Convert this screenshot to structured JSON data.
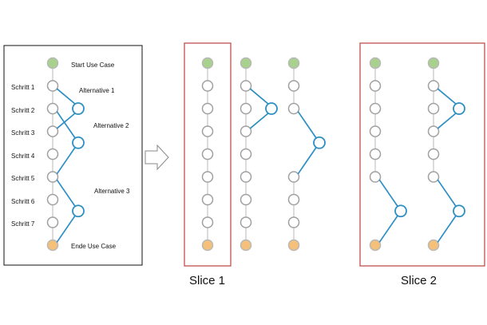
{
  "colors": {
    "start_node": "#a9d18e",
    "end_node": "#f4c07a",
    "step_node_stroke": "#a0a0a0",
    "trunk_line": "#c8c8c8",
    "alternative": "#2e8fc4",
    "slice_frame": "#c0504d",
    "source_frame": "#111111"
  },
  "use_case": {
    "start_label": "Start Use Case",
    "end_label": "Ende Use Case",
    "steps": [
      "Schritt 1",
      "Schritt 2",
      "Schritt 3",
      "Schritt 4",
      "Schritt 5",
      "Schritt 6",
      "Schritt 7"
    ],
    "alternatives": [
      {
        "label": "Alternative 1",
        "from_step": 1,
        "to_step": 3
      },
      {
        "label": "Alternative 2",
        "from_step": 2,
        "to_step": 5
      },
      {
        "label": "Alternative 3",
        "from_step": 5,
        "to_step": 8
      }
    ]
  },
  "slices": [
    {
      "label": "Slice 1"
    },
    {
      "label": "Slice 2"
    }
  ],
  "icons": {
    "arrow": "right-arrow-icon"
  }
}
